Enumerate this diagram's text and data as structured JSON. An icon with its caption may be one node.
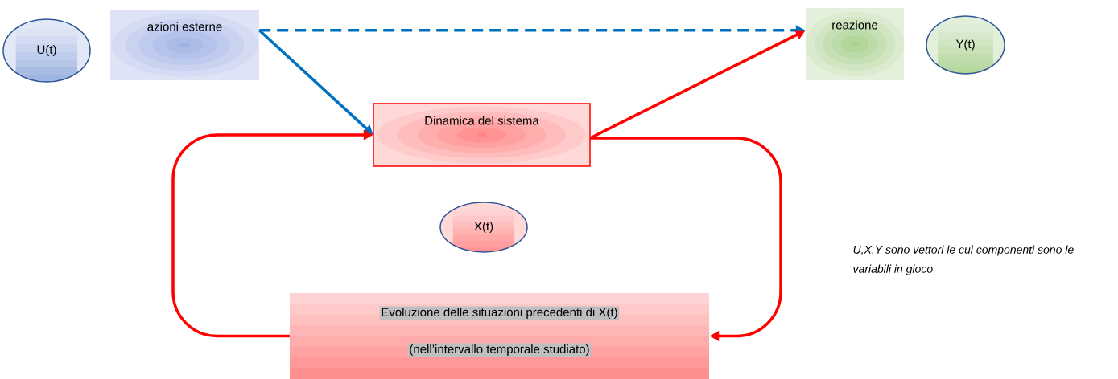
{
  "diagram": {
    "nodes": [
      {
        "text": [
          "U(t)"
        ]
      },
      {
        "text": [
          "azioni esterne"
        ]
      },
      {
        "text": [
          "reazione"
        ]
      },
      {
        "text": [
          "Y(t)"
        ]
      },
      {
        "text": [
          "Dinamica del sistema"
        ]
      },
      {
        "text": [
          "X(t)"
        ]
      },
      {
        "text": [
          "Evoluzione delle situazioni precedenti di X(t)",
          "(nell’intervallo temporale studiato)"
        ]
      }
    ],
    "edges": [
      {
        "from": 1,
        "to": 2,
        "arrow": "to",
        "style": "dashed",
        "color": "#0070c0"
      },
      {
        "from": 1,
        "to": 4,
        "arrow": "to",
        "color": "#0070c0"
      },
      {
        "from": 4,
        "to": 2,
        "arrow": "to"
      },
      {
        "from": 6,
        "to": 4,
        "arrow": "to"
      },
      {
        "from": 4,
        "to": 6,
        "arrow": "to"
      }
    ],
    "labels": [
      "U,X,Y sono vettori le cui componenti sono le variabili in gioco"
    ]
  }
}
